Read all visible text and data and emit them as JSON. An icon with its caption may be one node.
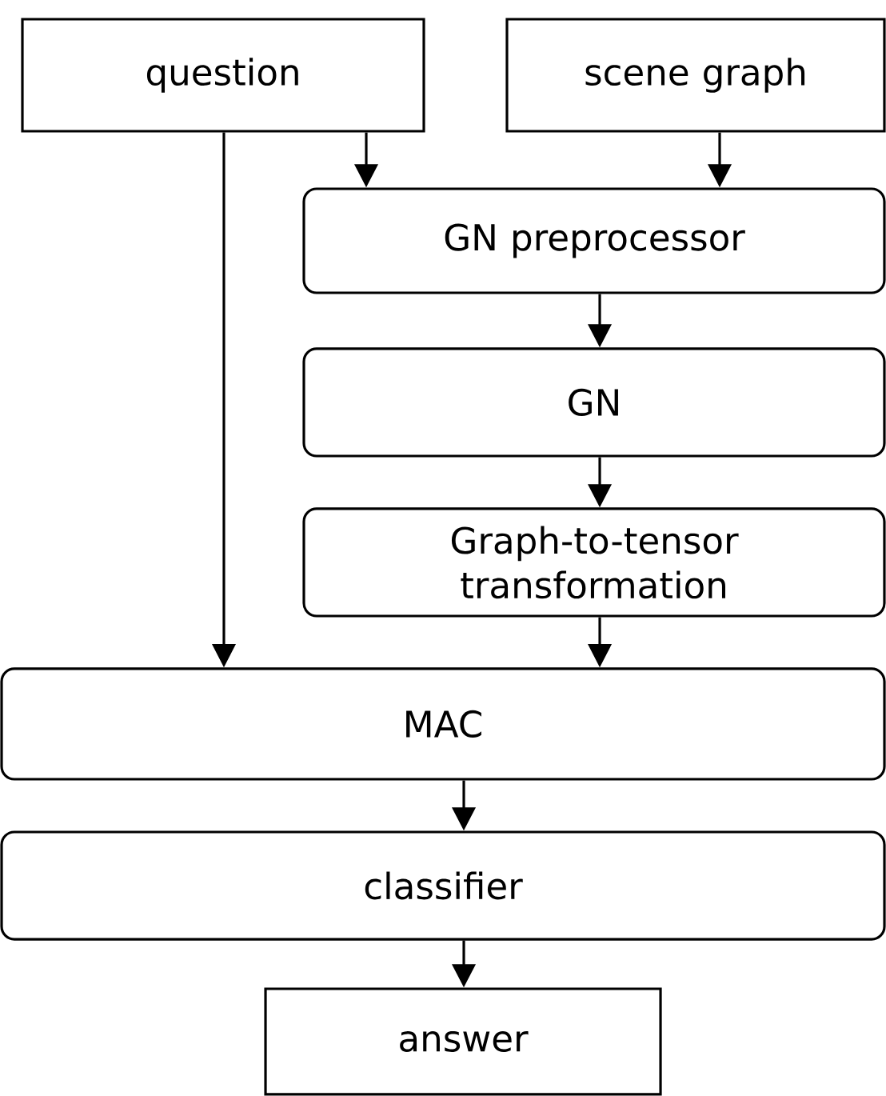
{
  "diagram": {
    "nodes": [
      {
        "text": [
          "question"
        ]
      },
      {
        "text": [
          "scene graph"
        ]
      },
      {
        "text": [
          "GN preprocessor"
        ]
      },
      {
        "text": [
          "GN"
        ]
      },
      {
        "text": [
          "Graph-to-tensor transformation"
        ]
      },
      {
        "text": [
          "MAC"
        ]
      },
      {
        "text": [
          "classifier"
        ]
      },
      {
        "text": [
          "answer"
        ]
      }
    ],
    "edges": [
      {
        "from": 0,
        "to": 2,
        "arrow": "to"
      },
      {
        "from": 1,
        "to": 2,
        "arrow": "to"
      },
      {
        "from": 0,
        "to": 5,
        "arrow": "to"
      },
      {
        "from": 2,
        "to": 3,
        "arrow": "to"
      },
      {
        "from": 3,
        "to": 4,
        "arrow": "to"
      },
      {
        "from": 4,
        "to": 5,
        "arrow": "to"
      },
      {
        "from": 5,
        "to": 6,
        "arrow": "to"
      },
      {
        "from": 6,
        "to": 7,
        "arrow": "to"
      }
    ]
  }
}
